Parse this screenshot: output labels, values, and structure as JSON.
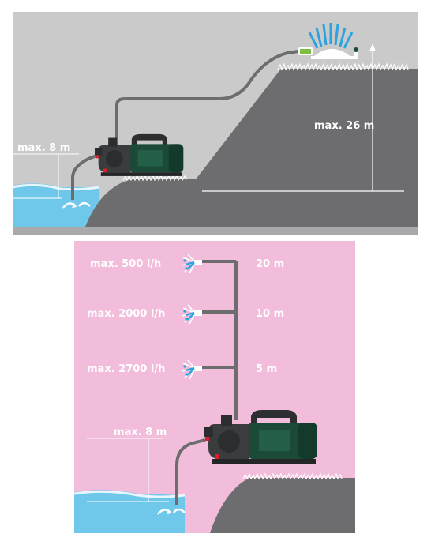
{
  "top_panel": {
    "suction_height_label": "max. 8 m",
    "delivery_height_label": "max. 26 m"
  },
  "bottom_panel": {
    "outlets": [
      {
        "flow": "max. 500 l/h",
        "height": "20 m"
      },
      {
        "flow": "max. 2000 l/h",
        "height": "10 m"
      },
      {
        "flow": "max. 2700 l/h",
        "height": "5 m"
      }
    ],
    "suction_height_label": "max. 8 m"
  },
  "colors": {
    "sky_top": "#cacaca",
    "ground": "#6d6d6f",
    "pink": "#f2bddb",
    "water": "#6fc7ea",
    "pump_body": "#3a3c3d",
    "pump_green": "#1b4a38",
    "accent_red": "#d6202c",
    "spray": "#2aa3df"
  }
}
